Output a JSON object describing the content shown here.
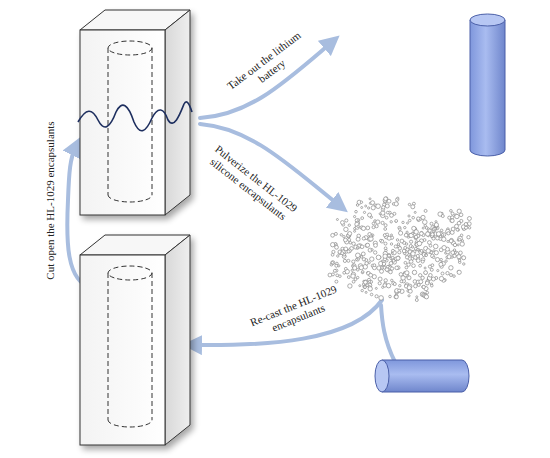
{
  "diagram": {
    "labels": [
      "Take out the lithium battery",
      "Pulverize the HL-1029 silicone encapsulants",
      "Re-cast the HL-1029 encapsulants",
      "Cut open the HL-1029 encapsulants"
    ]
  }
}
